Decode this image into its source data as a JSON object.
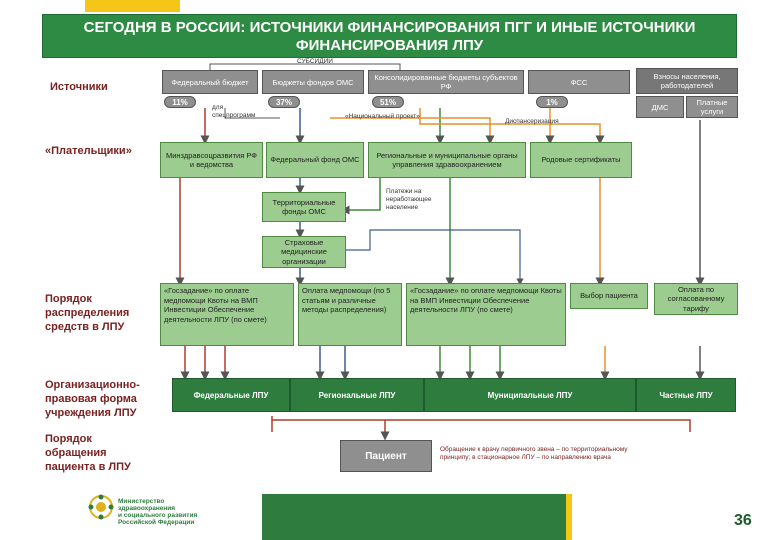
{
  "title": {
    "line1": "СЕГОДНЯ В РОССИИ: ИСТОЧНИКИ ФИНАНСИРОВАНИЯ ПГГ И ИНЫЕ ИСТОЧНИКИ",
    "line2": "ФИНАНСИРОВАНИЯ ЛПУ"
  },
  "row_labels": {
    "sources": "Источники",
    "payers": "«Плательщики»",
    "distribution": "Порядок распределения средств в ЛПУ",
    "org_form": "Организационно-правовая форма учреждения ЛПУ",
    "patient_order": "Порядок обращения пациента в ЛПУ"
  },
  "sources": {
    "subsidies": "СУБСИДИИ",
    "federal_budget": "Федеральный бюджет",
    "oms_budgets": "Бюджеты фондов ОМС",
    "consolidated": "Консолидированные бюджеты субъектов РФ",
    "fss": "ФСС",
    "population": "Взносы населения, работодателей",
    "dms": "ДМС",
    "paid_services": "Платные услуги",
    "pct_federal": "11%",
    "pct_oms": "37%",
    "pct_consolidated": "51%",
    "pct_fss": "1%",
    "special_programs": "для спецпрограмм",
    "national_project": "«Национальный проект»",
    "dispensary": "Диспансеризация"
  },
  "payers": {
    "ministry": "Минздравсоцразвития РФ и ведомства",
    "federal_fund": "Федеральный фонд ОМС",
    "regional_orgs": "Региональные и муниципальные органы управления здравоохранением",
    "birth_certs": "Родовые сертификаты",
    "territorial_funds": "Территориальные фонды ОМС",
    "unemployed_payments": "Платежи на неработающее население",
    "insurance_orgs": "Страховые медицинские организации"
  },
  "distribution": {
    "federal_task": "«Госзадание» по оплате медпомощи Квоты на ВМП Инвестиции Обеспечение деятельности ЛПУ (по смете)",
    "oms_payment": "Оплата медпомощи (по 5 статьям и различные методы распределения)",
    "regional_task": "«Госзадание» по оплате медпомощи Квоты на ВМП Инвестиции Обеспечение деятельности ЛПУ (по смете)",
    "patient_choice": "Выбор пациента",
    "agreed_tariff": "Оплата по согласованному тарифу"
  },
  "lpu": {
    "federal": "Федеральные ЛПУ",
    "regional": "Региональные ЛПУ",
    "municipal": "Муниципальные ЛПУ",
    "private": "Частные ЛПУ"
  },
  "patient": {
    "label": "Пациент",
    "note": "Обращение к врачу первичного звена – по территориальному принципу; в стационарное ЛПУ – по направлению врача"
  },
  "footer": {
    "logo_line1": "Министерство",
    "logo_line2": "здравоохранения",
    "logo_line3": "и социального развития",
    "logo_line4": "Российской Федерации",
    "page_number": "36"
  },
  "colors": {
    "header_green": "#2e8b43",
    "box_green": "#9ccc8f",
    "dark_green": "#2e7d3e",
    "gray": "#8f8f8f",
    "label_red": "#7a2222",
    "accent_yellow": "#f5c518",
    "line_orange": "#e8912d",
    "line_red": "#b03a2e",
    "line_blue": "#3b5e8c",
    "line_green": "#3e8a3a"
  }
}
